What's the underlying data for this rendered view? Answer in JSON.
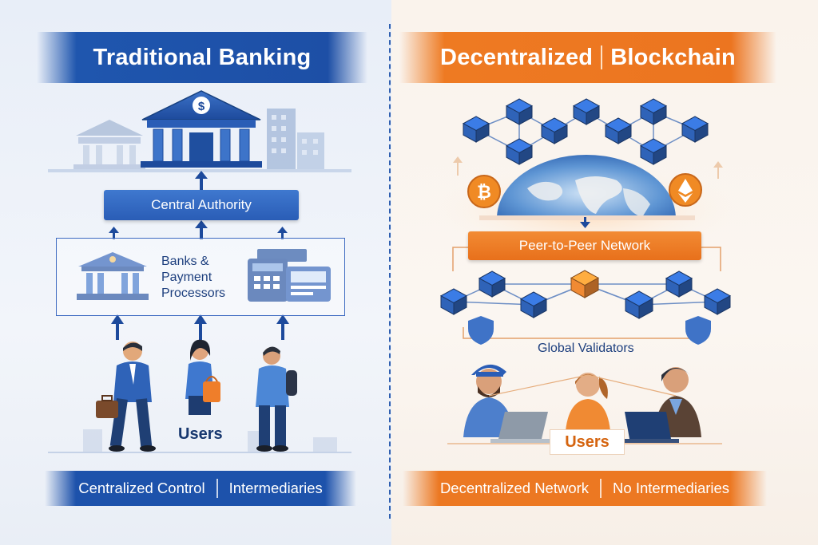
{
  "left": {
    "title": "Traditional Banking",
    "central_authority": "Central Authority",
    "processors_label_line1": "Banks &",
    "processors_label_line2": "Payment",
    "processors_label_line3": "Processors",
    "users_label": "Users",
    "footer_left": "Centralized Control",
    "footer_right": "Intermediaries"
  },
  "right": {
    "title_part1": "Decentralized",
    "title_part2": "Blockchain",
    "network_label": "Peer-to-Peer Network",
    "validators_label": "Global Validators",
    "users_label": "Users",
    "footer_left": "Decentralized Network",
    "footer_right": "No Intermediaries"
  },
  "icons": {
    "bank": "bank-building-icon",
    "bitcoin": "bitcoin-icon",
    "ethereum": "ethereum-icon",
    "shield": "shield-icon",
    "pos": "payment-terminal-icon"
  },
  "colors": {
    "blue_primary": "#1d52ab",
    "orange_primary": "#ec7822",
    "cube_blue": "#2f63b8",
    "cube_orange": "#f08a33"
  }
}
